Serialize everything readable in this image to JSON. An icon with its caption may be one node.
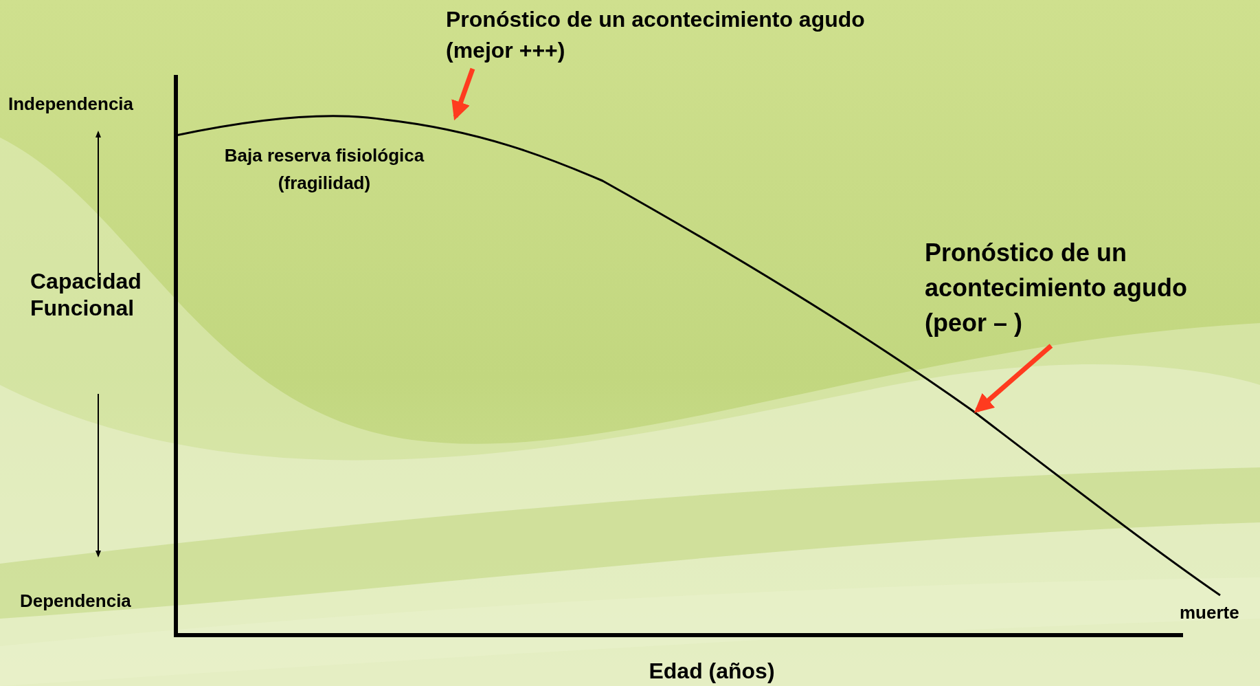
{
  "diagram": {
    "nodes": [
      {
        "text": [
          "Pronóstico de un acontecimiento agudo (mejor +++)"
        ]
      },
      {
        "text": [
          "Pronóstico de un acontecimiento agudo (peor – )"
        ]
      }
    ],
    "edges": [
      {
        "from": 0,
        "to": null,
        "arrow": "to"
      },
      {
        "from": 1,
        "to": null,
        "arrow": "to"
      }
    ],
    "labels": [
      "Independencia",
      "Capacidad Funcional",
      "Dependencia",
      "Baja reserva fisiológica (fragilidad)",
      "muerte",
      "Edad (años)"
    ]
  }
}
